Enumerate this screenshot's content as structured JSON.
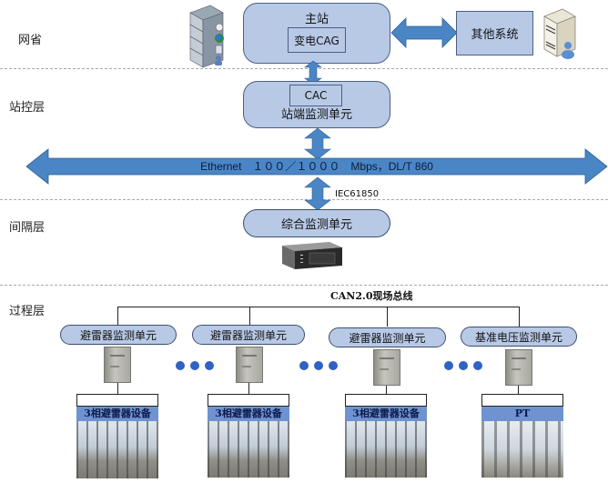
{
  "layers": {
    "province": "网省",
    "station": "站控层",
    "bay": "间隔层",
    "process": "过程层"
  },
  "master_station": {
    "title": "主站",
    "inner": "变电CAG"
  },
  "other_system": "其他系统",
  "station_unit": {
    "inner": "CAC",
    "title": "站端监测单元"
  },
  "ethernet": {
    "label": "Ethernet　１００／１０００　Mbps，DL/T 860"
  },
  "protocol": "IEC61850",
  "integrated_unit": "综合监测单元",
  "can_bus": "CAN2.0现场总线",
  "process_units": [
    {
      "label": "避雷器监测单元",
      "device": "3相避雷器设备"
    },
    {
      "label": "避雷器监测单元",
      "device": "3相避雷器设备"
    },
    {
      "label": "避雷器监测单元",
      "device": "3相避雷器设备"
    },
    {
      "label": "基准电压监测单元",
      "device": "PT"
    }
  ],
  "icons": {
    "server_rack": "server-rack-icon",
    "workstation": "workstation-icon",
    "monitor_device": "monitoring-device-icon",
    "cabinet": "field-cabinet-icon",
    "ellipsis": "ellipsis-dots-icon"
  },
  "colors": {
    "box_fill": "#b8c9e6",
    "arrow_fill": "#4a86c5",
    "dot_blue": "#2f62c4",
    "device_label_bg": "#6f92d0"
  }
}
